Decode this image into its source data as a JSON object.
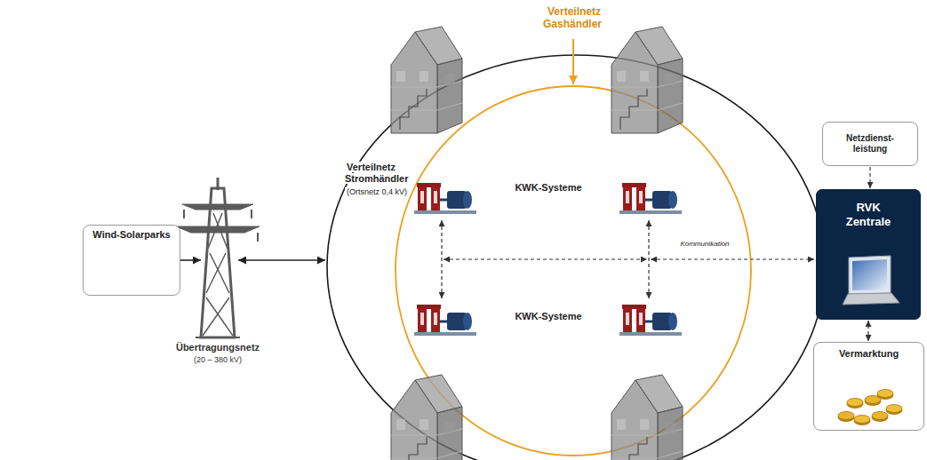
{
  "diagram": {
    "nodes": [
      {
        "text": [
          "Wind-Solarparks"
        ]
      },
      {
        "text": [
          "Netzdienst- leistung"
        ]
      },
      {
        "text": [
          "RVK Zentrale"
        ]
      },
      {
        "text": [
          "Vermarktung"
        ]
      }
    ],
    "edges": [
      {
        "from": 1,
        "to": 2,
        "arrow": "to"
      },
      {
        "from": 3,
        "to": 2,
        "arrow": "both"
      }
    ],
    "labels": [
      "Verteilnetz Gashändler",
      "Übertragungsnetz",
      "(20 – 380 kV)",
      "Verteilnetz Stromhändler",
      "(Ortsnetz 0,4 kV)",
      "KWK-Systeme",
      "KWK-Systeme",
      "Kommunikation"
    ]
  }
}
